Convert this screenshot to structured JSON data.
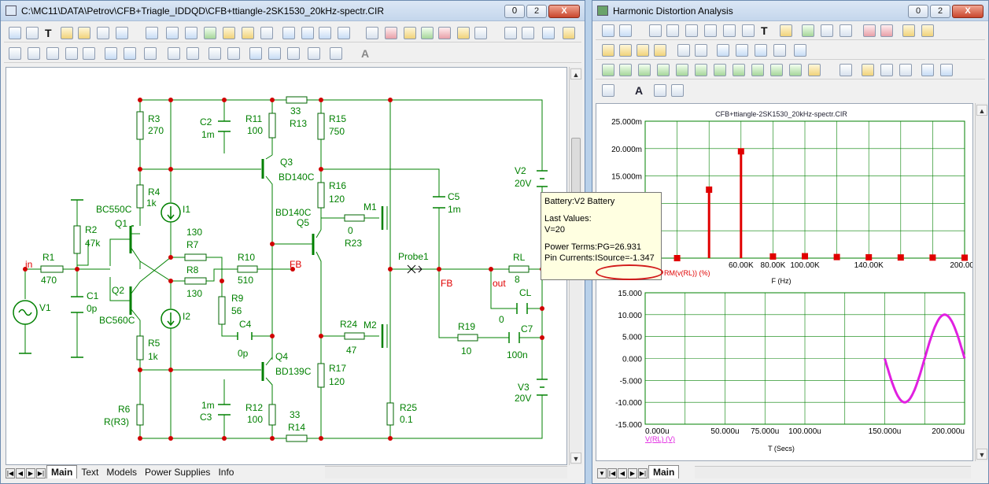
{
  "schematic_window": {
    "title": "C:\\MC11\\DATA\\Petrov\\CFB+Triagle_IDDQD\\CFB+ttiangle-2SK1530_20kHz-spectr.CIR",
    "controls": {
      "minimize": "0",
      "restore": "2",
      "close": "X"
    },
    "tabs": [
      {
        "label": "Main",
        "active": true
      },
      {
        "label": "Text"
      },
      {
        "label": "Models"
      },
      {
        "label": "Power Supplies"
      },
      {
        "label": "Info"
      }
    ],
    "components": {
      "R3": {
        "name": "R3",
        "value": "270"
      },
      "C2": {
        "name": "C2",
        "value": "1m"
      },
      "R11": {
        "name": "R11",
        "value": "100"
      },
      "R13": {
        "name": "R13",
        "value": "33"
      },
      "R15": {
        "name": "R15",
        "value": "750"
      },
      "Q3": {
        "name": "Q3",
        "value": "BD140C"
      },
      "R16": {
        "name": "R16",
        "value": "120"
      },
      "V2": {
        "name": "V2",
        "value": "20V"
      },
      "R4": {
        "name": "R4",
        "value": "1k"
      },
      "I1": {
        "name": "I1"
      },
      "Q1": {
        "name": "Q1",
        "value": "BC550C"
      },
      "R2": {
        "name": "R2",
        "value": "47k"
      },
      "R7": {
        "name": "R7",
        "value": "130"
      },
      "Q5": {
        "name": "Q5",
        "value": "BD140C"
      },
      "M1": {
        "name": "M1"
      },
      "C5": {
        "name": "C5",
        "value": "1m"
      },
      "R23": {
        "name": "R23",
        "value": "0"
      },
      "R1": {
        "name": "R1",
        "value": "470"
      },
      "R10": {
        "name": "R10",
        "value": "510"
      },
      "R8": {
        "name": "R8",
        "value": "130"
      },
      "RL": {
        "name": "RL",
        "value": "8"
      },
      "Q2": {
        "name": "Q2",
        "value": "BC560C"
      },
      "C1": {
        "name": "C1",
        "value": "0p"
      },
      "V1": {
        "name": "V1"
      },
      "R9": {
        "name": "R9",
        "value": "56"
      },
      "I2": {
        "name": "I2"
      },
      "C4": {
        "name": "C4",
        "value": "0p"
      },
      "CL": {
        "name": "CL",
        "value": "0"
      },
      "R24": {
        "name": "R24",
        "value": "47"
      },
      "M2": {
        "name": "M2"
      },
      "R19": {
        "name": "R19",
        "value": "10"
      },
      "C7": {
        "name": "C7",
        "value": "100n"
      },
      "R5": {
        "name": "R5",
        "value": "1k"
      },
      "Q4": {
        "name": "Q4",
        "value": "BD139C"
      },
      "R17": {
        "name": "R17",
        "value": "120"
      },
      "V3": {
        "name": "V3",
        "value": "20V"
      },
      "R6": {
        "name": "R6",
        "value": "R(R3)"
      },
      "C3": {
        "name": "C3",
        "value": "1m"
      },
      "R12": {
        "name": "R12",
        "value": "100"
      },
      "R14": {
        "name": "R14",
        "value": "33"
      },
      "R25": {
        "name": "R25",
        "value": "0.1"
      }
    },
    "node_labels": {
      "in": "in",
      "fb1": "FB",
      "fb2": "FB",
      "out": "out",
      "probe": "Probe1"
    }
  },
  "tooltip": {
    "line1": "Battery:V2 Battery",
    "line2": "Last Values:",
    "line3": "V=20",
    "line4": "Power Terms:PG=26.931",
    "line5": "Pin Currents:ISource=-1.347"
  },
  "analysis_window": {
    "title": "Harmonic Distortion Analysis",
    "controls": {
      "minimize": "0",
      "restore": "2",
      "close": "X"
    },
    "tabs": [
      {
        "label": "Main",
        "active": true
      }
    ],
    "colors": {
      "spectrum": "#e00000",
      "waveform": "#e020e0",
      "grid": "#008000"
    }
  },
  "chart_data": [
    {
      "type": "bar",
      "title": "CFB+ttiangle-2SK1530_20kHz-spectr.CIR",
      "xlabel": "F (Hz)",
      "series_label": "HARM(v(RL)) (%)",
      "series_label_visible": "RM(v(RL)) (%)",
      "color": "#e00000",
      "x": [
        20000,
        40000,
        60000,
        80000,
        100000,
        120000,
        140000,
        160000,
        180000,
        200000
      ],
      "values": [
        0.0,
        12.5,
        19.5,
        0.3,
        0.35,
        0.2,
        0.15,
        0.12,
        0.1,
        0.08
      ],
      "xlim": [
        0,
        200000
      ],
      "ylim": [
        0,
        25
      ],
      "x_ticks": [
        "60.00K",
        "80.00K",
        "100.00K",
        "140.00K",
        "200.00K"
      ],
      "x_tick_values": [
        60000,
        80000,
        100000,
        140000,
        200000
      ],
      "y_ticks": [
        "25.000m",
        "20.000m",
        "15.000m"
      ],
      "y_tick_values": [
        25,
        20,
        15
      ],
      "grid": true
    },
    {
      "type": "line",
      "xlabel": "T (Secs)",
      "series_label": "V(RL) (V)",
      "color": "#e020e0",
      "x_start": 150,
      "x_end": 200,
      "frequency_khz": 20,
      "amplitude": 10,
      "xlim": [
        0,
        200
      ],
      "ylim": [
        -15,
        15
      ],
      "x_ticks": [
        "0.000u",
        "50.000u",
        "75.000u",
        "100.000u",
        "150.000u",
        "200.000u"
      ],
      "x_tick_values": [
        0,
        50,
        75,
        100,
        150,
        200
      ],
      "y_ticks": [
        "15.000",
        "10.000",
        "5.000",
        "0.000",
        "-5.000",
        "-10.000",
        "-15.000"
      ],
      "y_tick_values": [
        15,
        10,
        5,
        0,
        -5,
        -10,
        -15
      ],
      "grid": true
    }
  ]
}
